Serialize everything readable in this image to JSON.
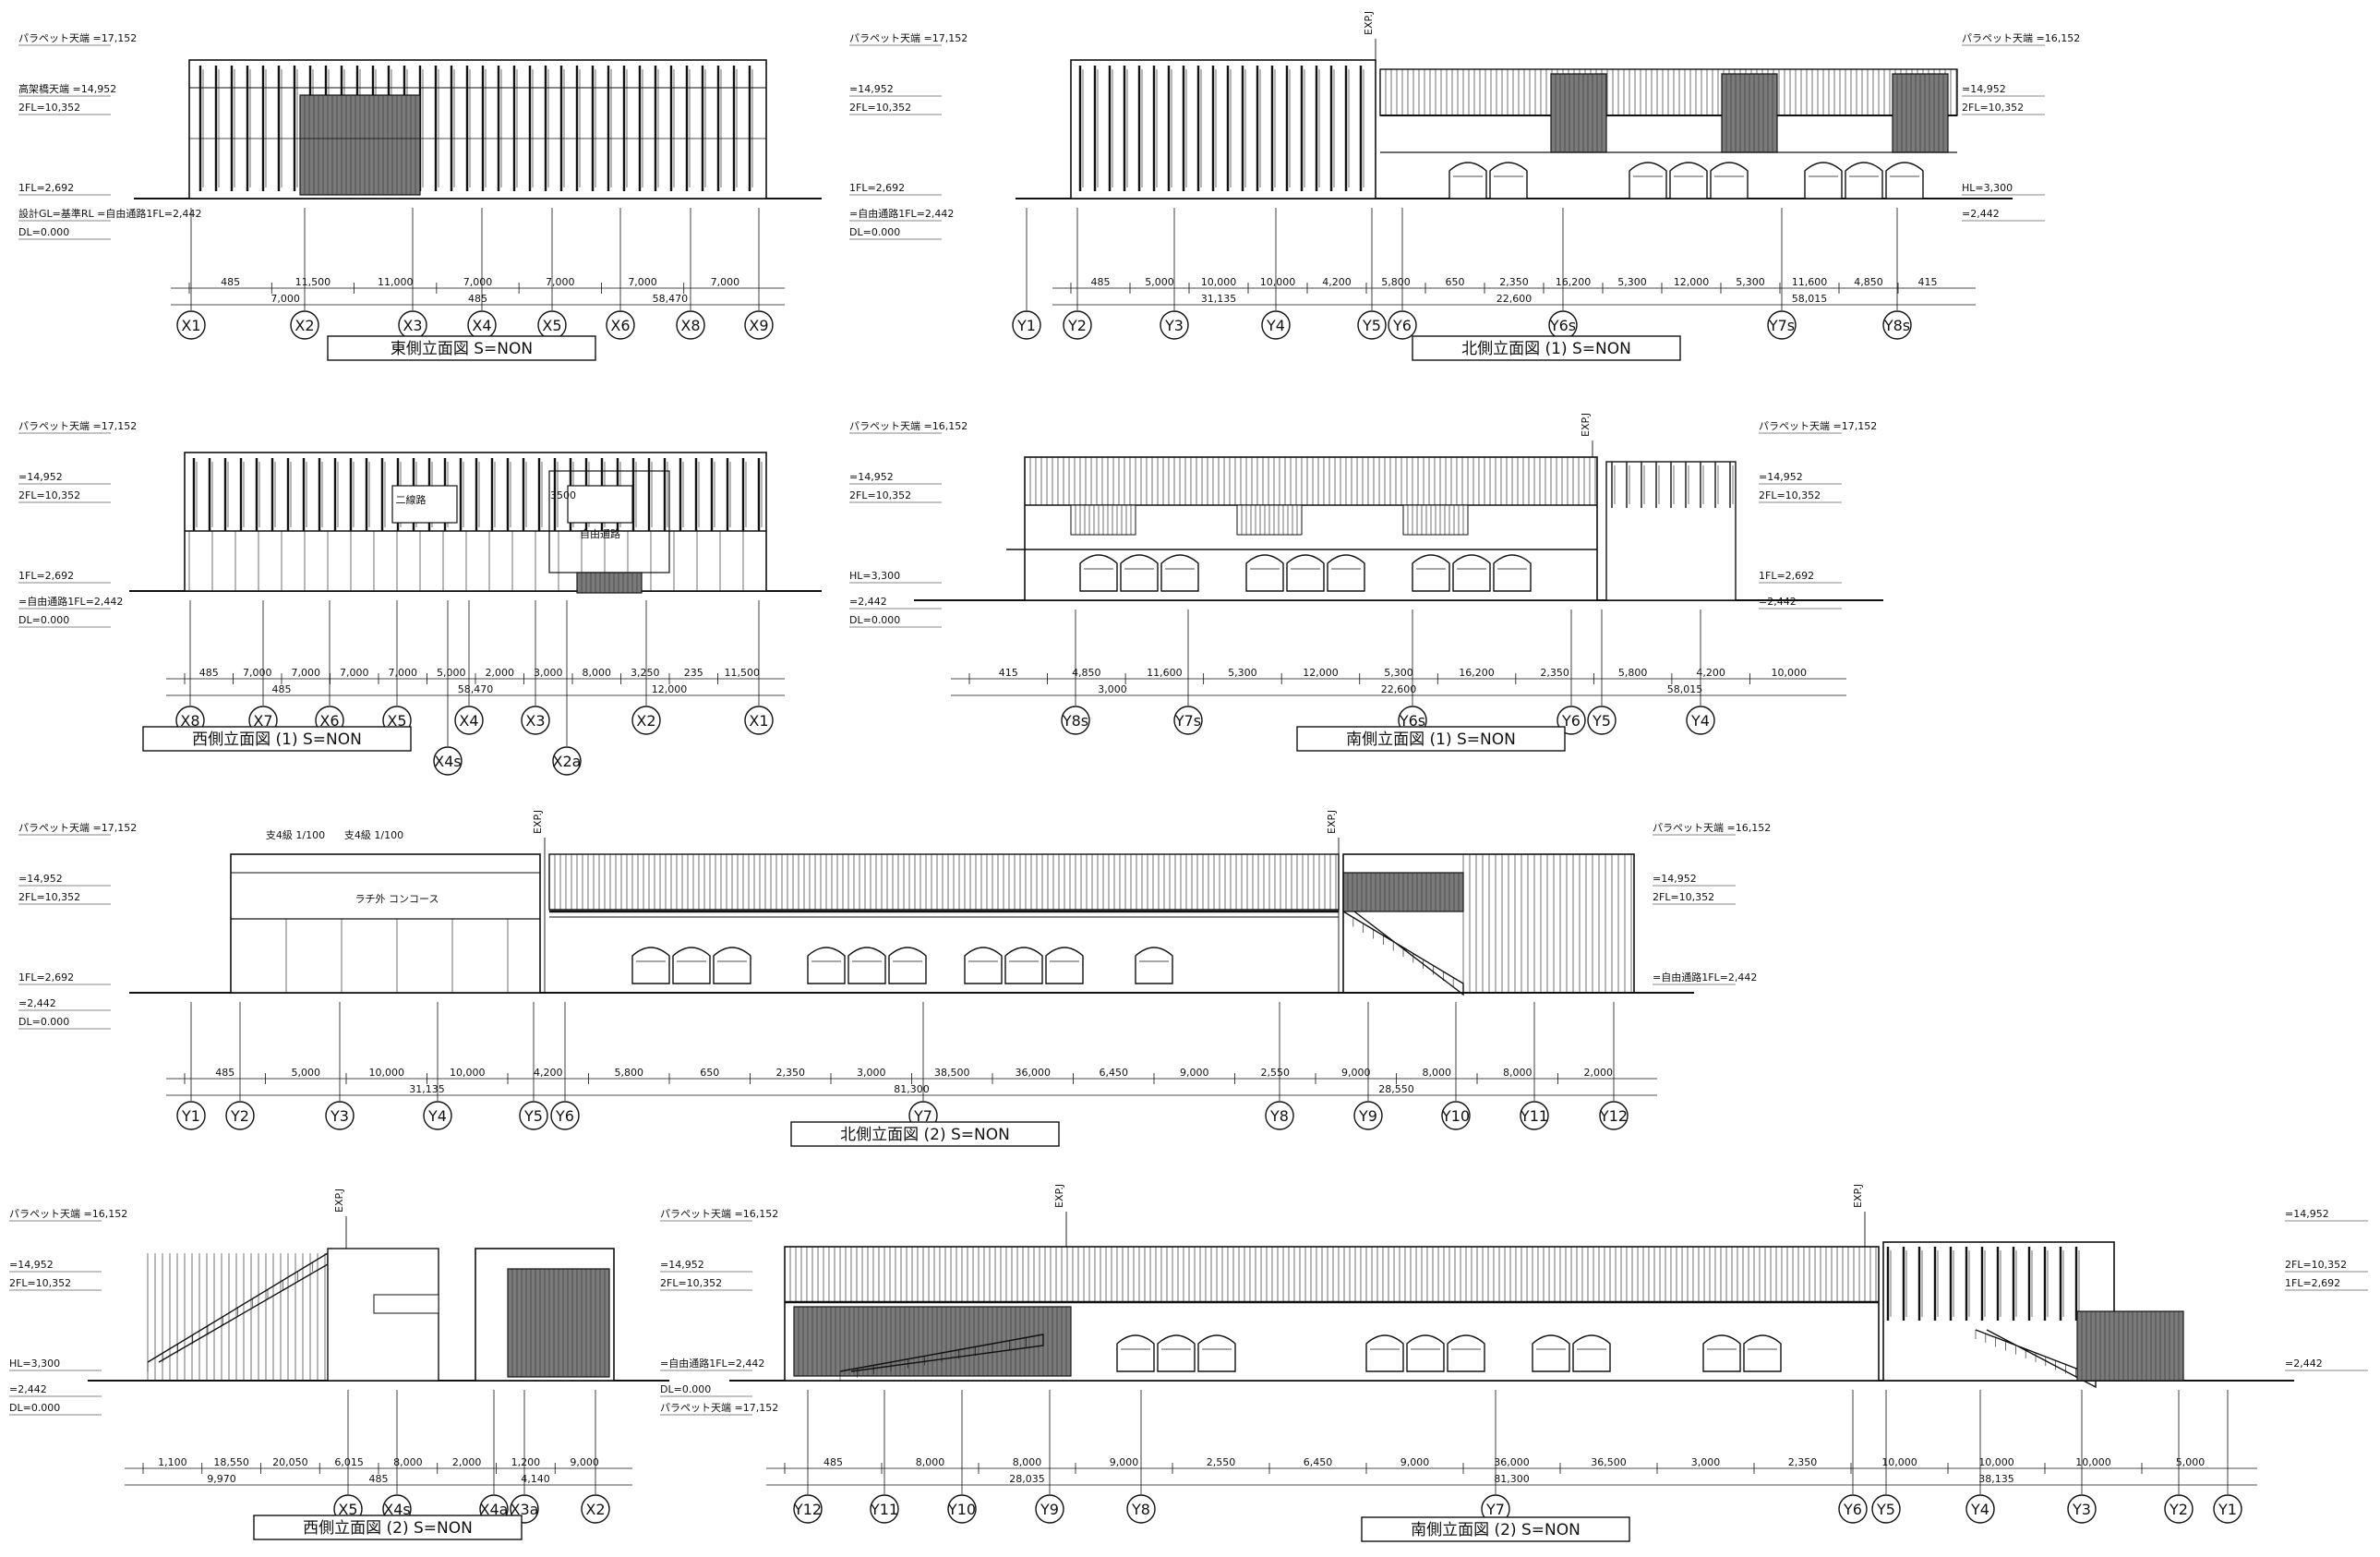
{
  "drawings": [
    {
      "id": "east1",
      "title": "東側立面図 S=NON",
      "levels": [
        "パラペット天端 =17,152",
        "高架橋天端 =14,952",
        "2FL=10,352",
        "1FL=2,692",
        "設計GL=基準RL =自由通路1FL=2,442",
        "DL=0.000"
      ],
      "dims": [
        "485",
        "11,500",
        "11,000",
        "7,000",
        "7,000",
        "7,000",
        "7,000",
        "7,000",
        "485",
        "58,470"
      ],
      "axes": [
        "X1",
        "X2",
        "X3",
        "X4",
        "X5",
        "X6",
        "X8",
        "X9"
      ]
    },
    {
      "id": "north1",
      "title": "北側立面図 (1) S=NON",
      "levels": [
        "パラペット天端 =17,152",
        "=14,952",
        "2FL=10,352",
        "1FL=2,692",
        "=自由通路1FL=2,442",
        "DL=0.000",
        "パラペット天端 =16,152",
        "=14,952",
        "2FL=10,352",
        "HL=3,300",
        "=2,442"
      ],
      "dims": [
        "485",
        "5,000",
        "10,000",
        "10,000",
        "4,200",
        "5,800",
        "650",
        "2,350",
        "16,200",
        "5,300",
        "12,000",
        "5,300",
        "11,600",
        "4,850",
        "415",
        "31,135",
        "22,600",
        "58,015"
      ],
      "axes": [
        "Y1",
        "Y2",
        "Y3",
        "Y4",
        "Y5",
        "Y6",
        "Y6s",
        "Y7s",
        "Y8s"
      ]
    },
    {
      "id": "west1",
      "title": "西側立面図 (1) S=NON",
      "levels": [
        "パラペット天端 =17,152",
        "=14,952",
        "2FL=10,352",
        "1FL=2,692",
        "=自由通路1FL=2,442",
        "DL=0.000"
      ],
      "dims": [
        "485",
        "7,000",
        "7,000",
        "7,000",
        "7,000",
        "5,000",
        "2,000",
        "3,000",
        "8,000",
        "3,250",
        "235",
        "11,500",
        "485",
        "58,470",
        "12,000"
      ],
      "signs": [
        "二線路",
        "自由通路",
        "3500"
      ],
      "axes": [
        "X8",
        "X7",
        "X6",
        "X5",
        "X4",
        "X3",
        "X2",
        "X1",
        "X4s",
        "X2a"
      ]
    },
    {
      "id": "south1",
      "title": "南側立面図 (1) S=NON",
      "levels": [
        "パラペット天端 =16,152",
        "=14,952",
        "2FL=10,352",
        "HL=3,300",
        "=2,442",
        "DL=0.000",
        "パラペット天端 =17,152",
        "=14,952",
        "2FL=10,352",
        "1FL=2,692",
        "=2,442"
      ],
      "dims": [
        "415",
        "4,850",
        "11,600",
        "5,300",
        "12,000",
        "5,300",
        "16,200",
        "2,350",
        "5,800",
        "4,200",
        "10,000",
        "3,000",
        "22,600",
        "58,015"
      ],
      "axes": [
        "Y8s",
        "Y7s",
        "Y6s",
        "Y6",
        "Y5",
        "Y4"
      ]
    },
    {
      "id": "north2",
      "title": "北側立面図 (2) S=NON",
      "levels": [
        "パラペット天端 =17,152",
        "=14,952",
        "2FL=10,352",
        "1FL=2,692",
        "=2,442",
        "DL=0.000",
        "パラペット天端 =16,152",
        "=14,952",
        "2FL=10,352",
        "=自由通路1FL=2,442"
      ],
      "dims": [
        "485",
        "5,000",
        "10,000",
        "10,000",
        "4,200",
        "5,800",
        "650",
        "2,350",
        "3,000",
        "38,500",
        "36,000",
        "6,450",
        "9,000",
        "2,550",
        "9,000",
        "8,000",
        "8,000",
        "2,000",
        "31,135",
        "81,300",
        "28,550"
      ],
      "signs": [
        "ラチ外 コンコース",
        "支4級 1/100",
        "支4級 1/100"
      ],
      "axes": [
        "Y1",
        "Y2",
        "Y3",
        "Y4",
        "Y5",
        "Y6",
        "Y7",
        "Y8",
        "Y9",
        "Y10",
        "Y11",
        "Y12"
      ]
    },
    {
      "id": "west2",
      "title": "西側立面図 (2) S=NON",
      "levels": [
        "パラペット天端 =16,152",
        "=14,952",
        "2FL=10,352",
        "HL=3,300",
        "=2,442",
        "DL=0.000"
      ],
      "dims": [
        "1,100",
        "18,550",
        "20,050",
        "6,015",
        "8,000",
        "2,000",
        "1,200",
        "9,000",
        "9,970",
        "485",
        "4,140"
      ],
      "axes": [
        "X5",
        "X4s",
        "X4a",
        "X3a",
        "X2"
      ]
    },
    {
      "id": "south2",
      "title": "南側立面図 (2) S=NON",
      "levels": [
        "パラペット天端 =16,152",
        "=14,952",
        "2FL=10,352",
        "=自由通路1FL=2,442",
        "DL=0.000",
        "パラペット天端 =17,152",
        "=14,952",
        "2FL=10,352",
        "1FL=2,692",
        "=2,442"
      ],
      "dims": [
        "485",
        "8,000",
        "8,000",
        "9,000",
        "2,550",
        "6,450",
        "9,000",
        "36,000",
        "36,500",
        "3,000",
        "2,350",
        "10,000",
        "10,000",
        "10,000",
        "5,000",
        "28,035",
        "81,300",
        "38,135"
      ],
      "axes": [
        "Y12",
        "Y11",
        "Y10",
        "Y9",
        "Y8",
        "Y7",
        "Y6",
        "Y5",
        "Y4",
        "Y3",
        "Y2",
        "Y1"
      ]
    }
  ],
  "exp_j": "EXP.J"
}
